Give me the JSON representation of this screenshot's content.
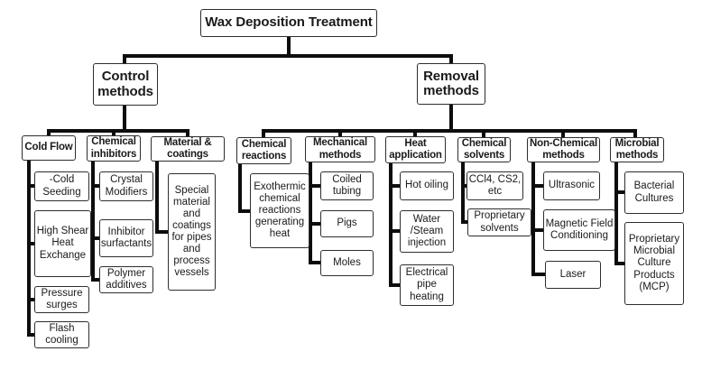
{
  "diagram": {
    "type": "hierarchy-flowchart",
    "colors": {
      "background": "#ffffff",
      "box_fill": "#ffffff",
      "box_border": "#2e2e2e",
      "connector_line": "#0d0d0d",
      "text": "#1a1a1a"
    },
    "tree": {
      "root": "Wax Deposition Treatment",
      "control": {
        "label": "Control methods",
        "groups": [
          {
            "label": "Cold Flow",
            "children": [
              "-Cold Seeding",
              "High Shear Heat Exchange",
              "Pressure surges",
              "Flash cooling"
            ]
          },
          {
            "label": "Chemical inhibitors",
            "children": [
              "Crystal Modifiers",
              "Inhibitor surfactants",
              "Polymer additives"
            ]
          },
          {
            "label": "Material & coatings",
            "children": [
              "Special material and coatings for pipes and process vessels"
            ]
          }
        ]
      },
      "removal": {
        "label": "Removal methods",
        "groups": [
          {
            "label": "Chemical reactions",
            "children": [
              "Exothermic chemical reactions generating heat"
            ]
          },
          {
            "label": "Mechanical methods",
            "children": [
              "Coiled tubing",
              "Pigs",
              "Moles"
            ]
          },
          {
            "label": "Heat application",
            "children": [
              "Hot oiling",
              "Water /Steam injection",
              "Electrical pipe heating"
            ]
          },
          {
            "label": "Chemical solvents",
            "children": [
              "CCl4, CS2, etc",
              "Proprietary solvents"
            ]
          },
          {
            "label": "Non-Chemical methods",
            "children": [
              "Ultrasonic",
              "Magnetic Field Conditioning",
              "Laser"
            ]
          },
          {
            "label": "Microbial methods",
            "children": [
              "Bacterial Cultures",
              "Proprietary Microbial Culture Products (MCP)"
            ]
          }
        ]
      }
    }
  }
}
